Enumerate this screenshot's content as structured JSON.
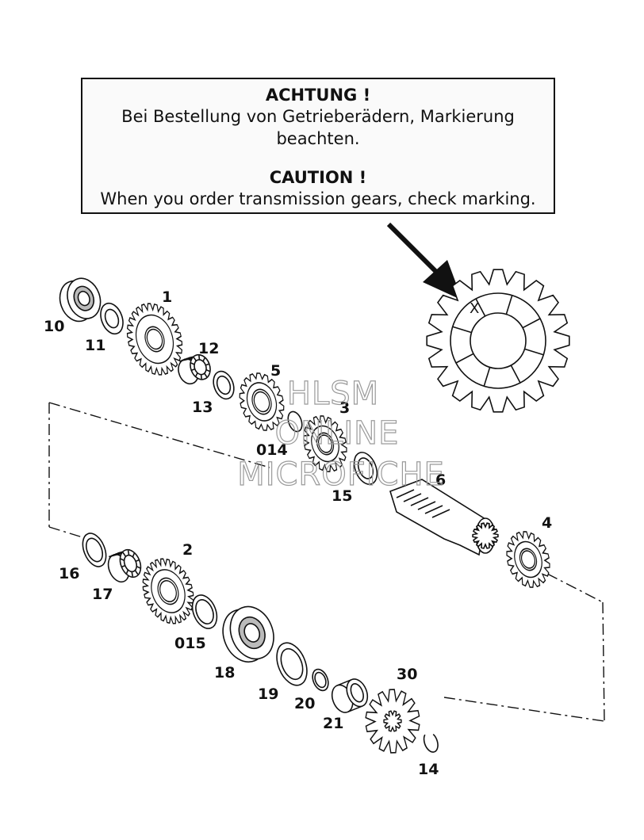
{
  "notice": {
    "de_title": "ACHTUNG !",
    "de_text": "Bei Bestellung von Getrieberädern, Markierung beachten.",
    "en_title": "CAUTION !",
    "en_text": "When you order transmission gears, check marking."
  },
  "marking_symbol": "X",
  "watermark": [
    "HLSM",
    "ONLINE",
    "MICROFICHE"
  ],
  "part_labels": [
    "10",
    "11",
    "1",
    "12",
    "13",
    "5",
    "014",
    "3",
    "15",
    "6",
    "4",
    "2",
    "16",
    "17",
    "015",
    "18",
    "19",
    "20",
    "21",
    "30",
    "14"
  ],
  "colors": {
    "line": "#111111",
    "watermark": "#9a9a9a"
  }
}
